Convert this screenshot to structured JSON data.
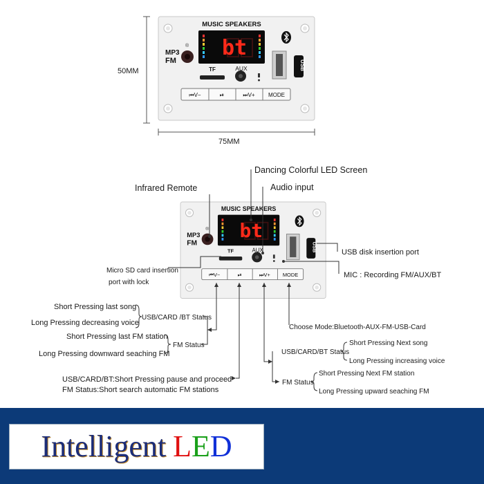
{
  "board": {
    "title": "MUSIC SPEAKERS",
    "display_text": "bt",
    "mp3": "MP3",
    "fm": "FM",
    "tf": "TF",
    "aux": "AUX",
    "usb": "USB",
    "reg_mark": "®",
    "buttons": [
      "⏮V−",
      "⏯",
      "⏭V+",
      "MODE"
    ]
  },
  "dimensions": {
    "height": "50MM",
    "width": "75MM"
  },
  "callouts": {
    "led_screen": "Dancing Colorful LED Screen",
    "audio_input": "Audio input",
    "infrared": "Infrared Remote",
    "usb_slot": "USB disk insertion port",
    "mic": "MIC : Recording FM/AUX/BT",
    "sd_line1": "Micro SD card insertion",
    "sd_line2": "port with lock",
    "short_last_song": "Short Pressing last song",
    "long_decrease": "Long Pressing decreasing voice",
    "usb_card_bt_status": "USB/CARD /BT Status",
    "short_last_fm": "Short Pressing last FM station",
    "fm_status": "FM Status",
    "long_down_fm": "Long Pressing downward seaching FM",
    "play_line1": "USB/CARD/BT:Short Pressing pause and proceed",
    "play_line2": "FM Status:Short search automatic FM stations",
    "choose_mode": "Choose Mode:Bluetooth-AUX-FM-USB-Card",
    "usb_card_bt_status_right": "USB/CARD/BT Status",
    "short_next_song": "Short Pressing Next song",
    "long_increase": "Long  Pressing increasing voice",
    "fm_status_right": "FM Status",
    "short_next_fm": "Short Pressing Next FM station",
    "long_up_fm": "Long Pressing upward seaching FM"
  },
  "banner": {
    "part1": "Intelligent",
    "l": "L",
    "e": "E",
    "d": "D"
  },
  "colors": {
    "banner_bg": "#0c3a78",
    "digit_red": "#ff2a1a",
    "board": "#f1f1f1"
  }
}
